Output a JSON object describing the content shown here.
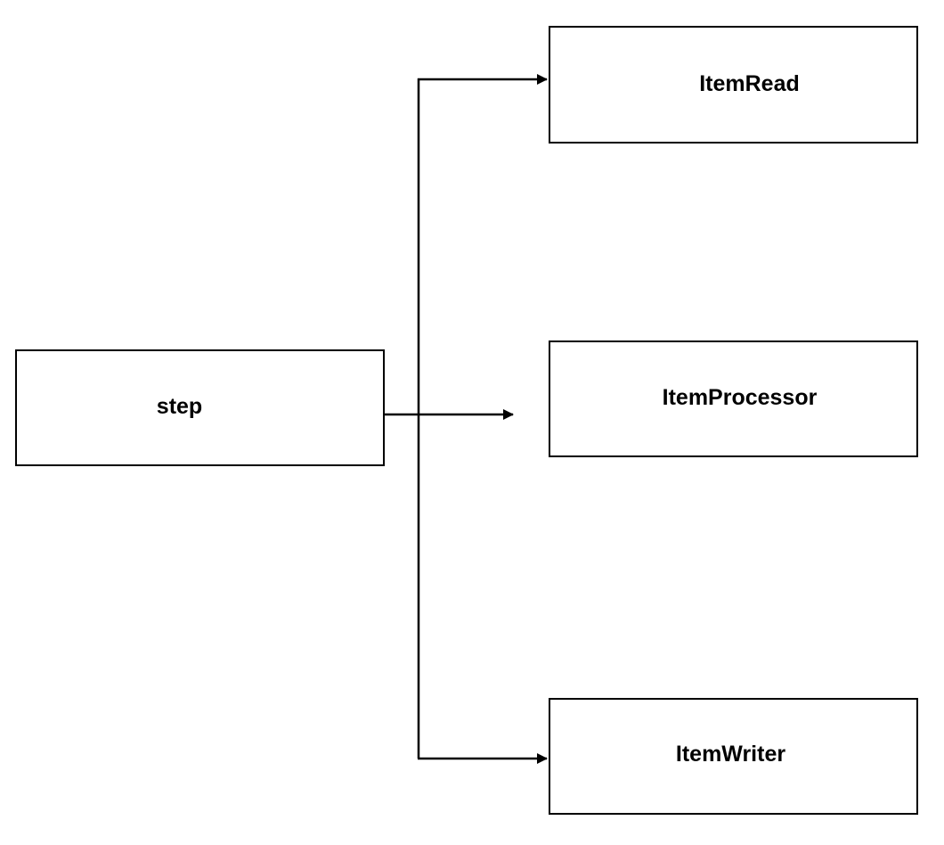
{
  "diagram": {
    "nodes": {
      "step": {
        "label": "step"
      },
      "item_read": {
        "label": "ItemRead"
      },
      "item_processor": {
        "label": "ItemProcessor"
      },
      "item_writer": {
        "label": "ItemWriter"
      }
    },
    "edges": [
      {
        "from": "step",
        "to": "item_read"
      },
      {
        "from": "step",
        "to": "item_processor"
      },
      {
        "from": "step",
        "to": "item_writer"
      }
    ],
    "colors": {
      "stroke": "#000000",
      "background": "#ffffff"
    }
  }
}
